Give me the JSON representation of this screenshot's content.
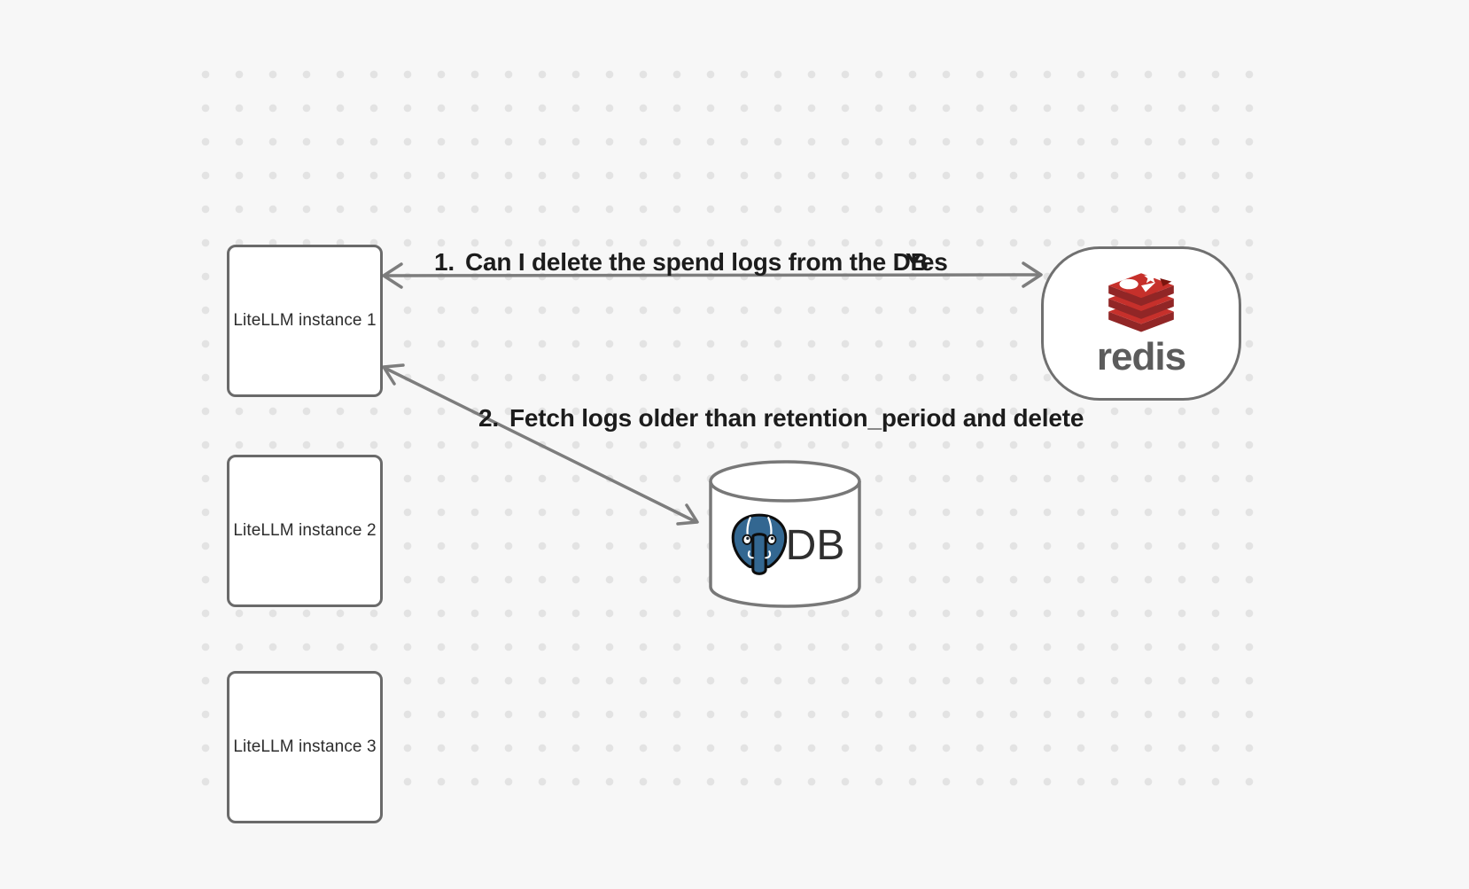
{
  "canvas": {
    "background": "#f7f7f7",
    "dot_color": "#e3e3e3"
  },
  "nodes": {
    "instances": [
      {
        "label": "LiteLLM instance 1"
      },
      {
        "label": "LiteLLM instance 2"
      },
      {
        "label": "LiteLLM instance 3"
      }
    ],
    "redis": {
      "wordmark": "redis",
      "icon": "redis-stack-icon",
      "brand_red": "#c6302b",
      "brand_red_dark": "#912626",
      "wordmark_color": "#5c5c5c"
    },
    "db": {
      "label": "DB",
      "icon": "postgresql-elephant-icon",
      "postgres_blue": "#336791"
    }
  },
  "arrows": [
    {
      "number": "1.",
      "text": "Can I delete the spend logs from the DB",
      "response": "Yes",
      "from": "LiteLLM instance 1",
      "to": "redis",
      "style": "double-headed"
    },
    {
      "number": "2.",
      "text": "Fetch logs older than retention_period and delete",
      "from": "LiteLLM instance 1",
      "to": "DB",
      "style": "double-headed"
    }
  ]
}
